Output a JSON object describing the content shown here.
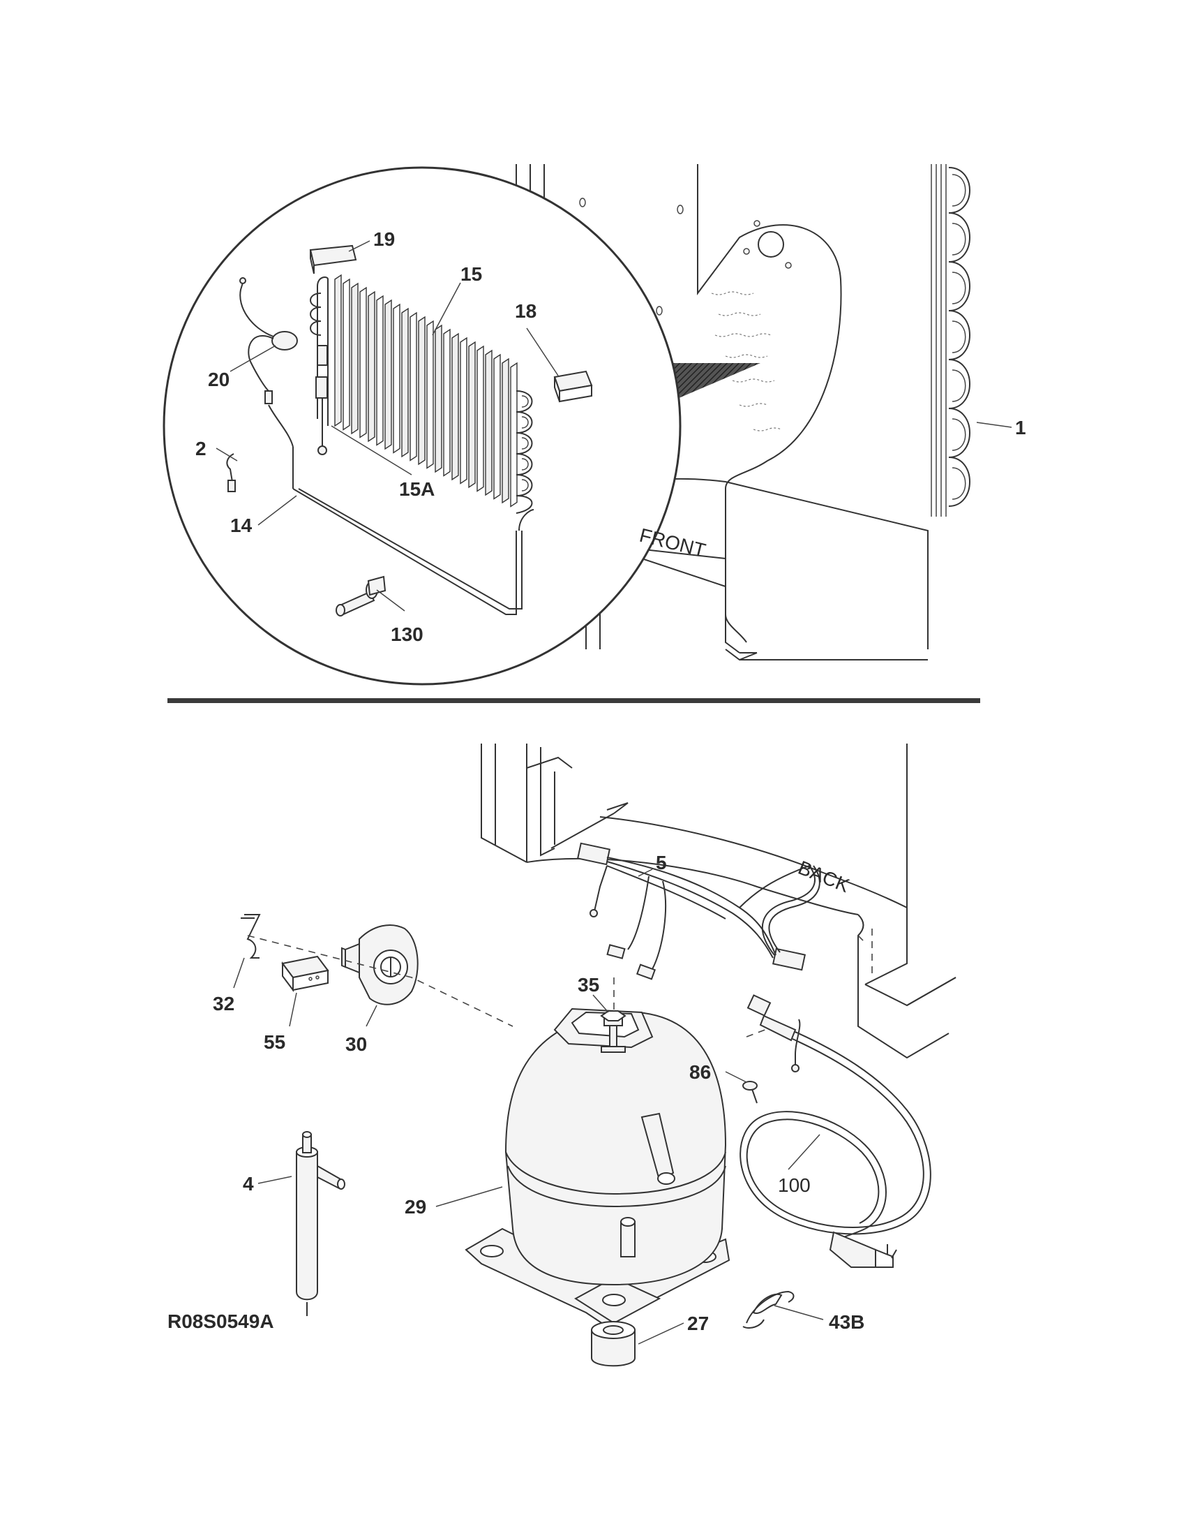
{
  "diagram_id": "R08S0549A",
  "orientation": {
    "front": "FRONT",
    "back": "BACK"
  },
  "callouts": {
    "c1": "1",
    "c2": "2",
    "c14": "14",
    "c15": "15",
    "c15A": "15A",
    "c18": "18",
    "c19": "19",
    "c20": "20",
    "c130": "130",
    "c4": "4",
    "c5": "5",
    "c27": "27",
    "c29": "29",
    "c30": "30",
    "c32": "32",
    "c35": "35",
    "c43B": "43B",
    "c55": "55",
    "c86": "86",
    "c100": "100"
  },
  "colors": {
    "line": "#333333",
    "fill": "#f4f4f4",
    "divider": "#3a3a3a"
  }
}
